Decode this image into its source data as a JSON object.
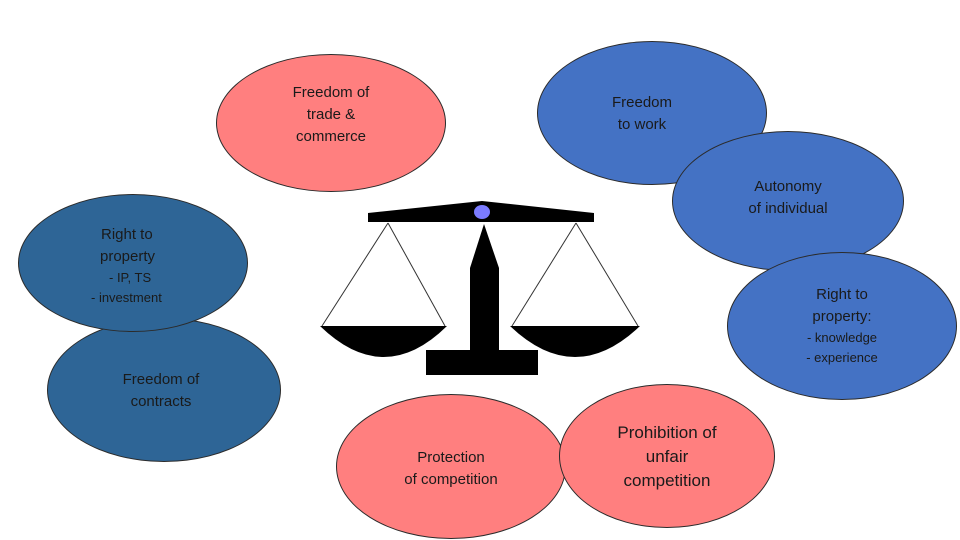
{
  "bubbles": {
    "trade": {
      "line1": "Freedom of",
      "line2": "trade &",
      "line3": "commerce"
    },
    "work": {
      "line1": "Freedom",
      "line2": "to work"
    },
    "autonomy": {
      "line1": "Autonomy",
      "line2": "of individual"
    },
    "property_left": {
      "line1": "Right to",
      "line2": "property",
      "sub1": "- IP, TS",
      "sub2": "- investment"
    },
    "property_right": {
      "line1": "Right to",
      "line2": "property:",
      "sub1": "- knowledge",
      "sub2": "- experience"
    },
    "contracts": {
      "line1": "Freedom of",
      "line2": "contracts"
    },
    "protection": {
      "line1": "Protection",
      "line2": "of competition"
    },
    "prohibition": {
      "line1": "Prohibition of",
      "line2": "unfair",
      "line3": "competition"
    }
  },
  "colors": {
    "pink": "#ff7f7f",
    "blue": "#4472c4",
    "navy": "#2e6596",
    "scale": "#000000",
    "pivot": "#7b7bff"
  },
  "icons": {
    "center": "balance-scale-icon"
  }
}
